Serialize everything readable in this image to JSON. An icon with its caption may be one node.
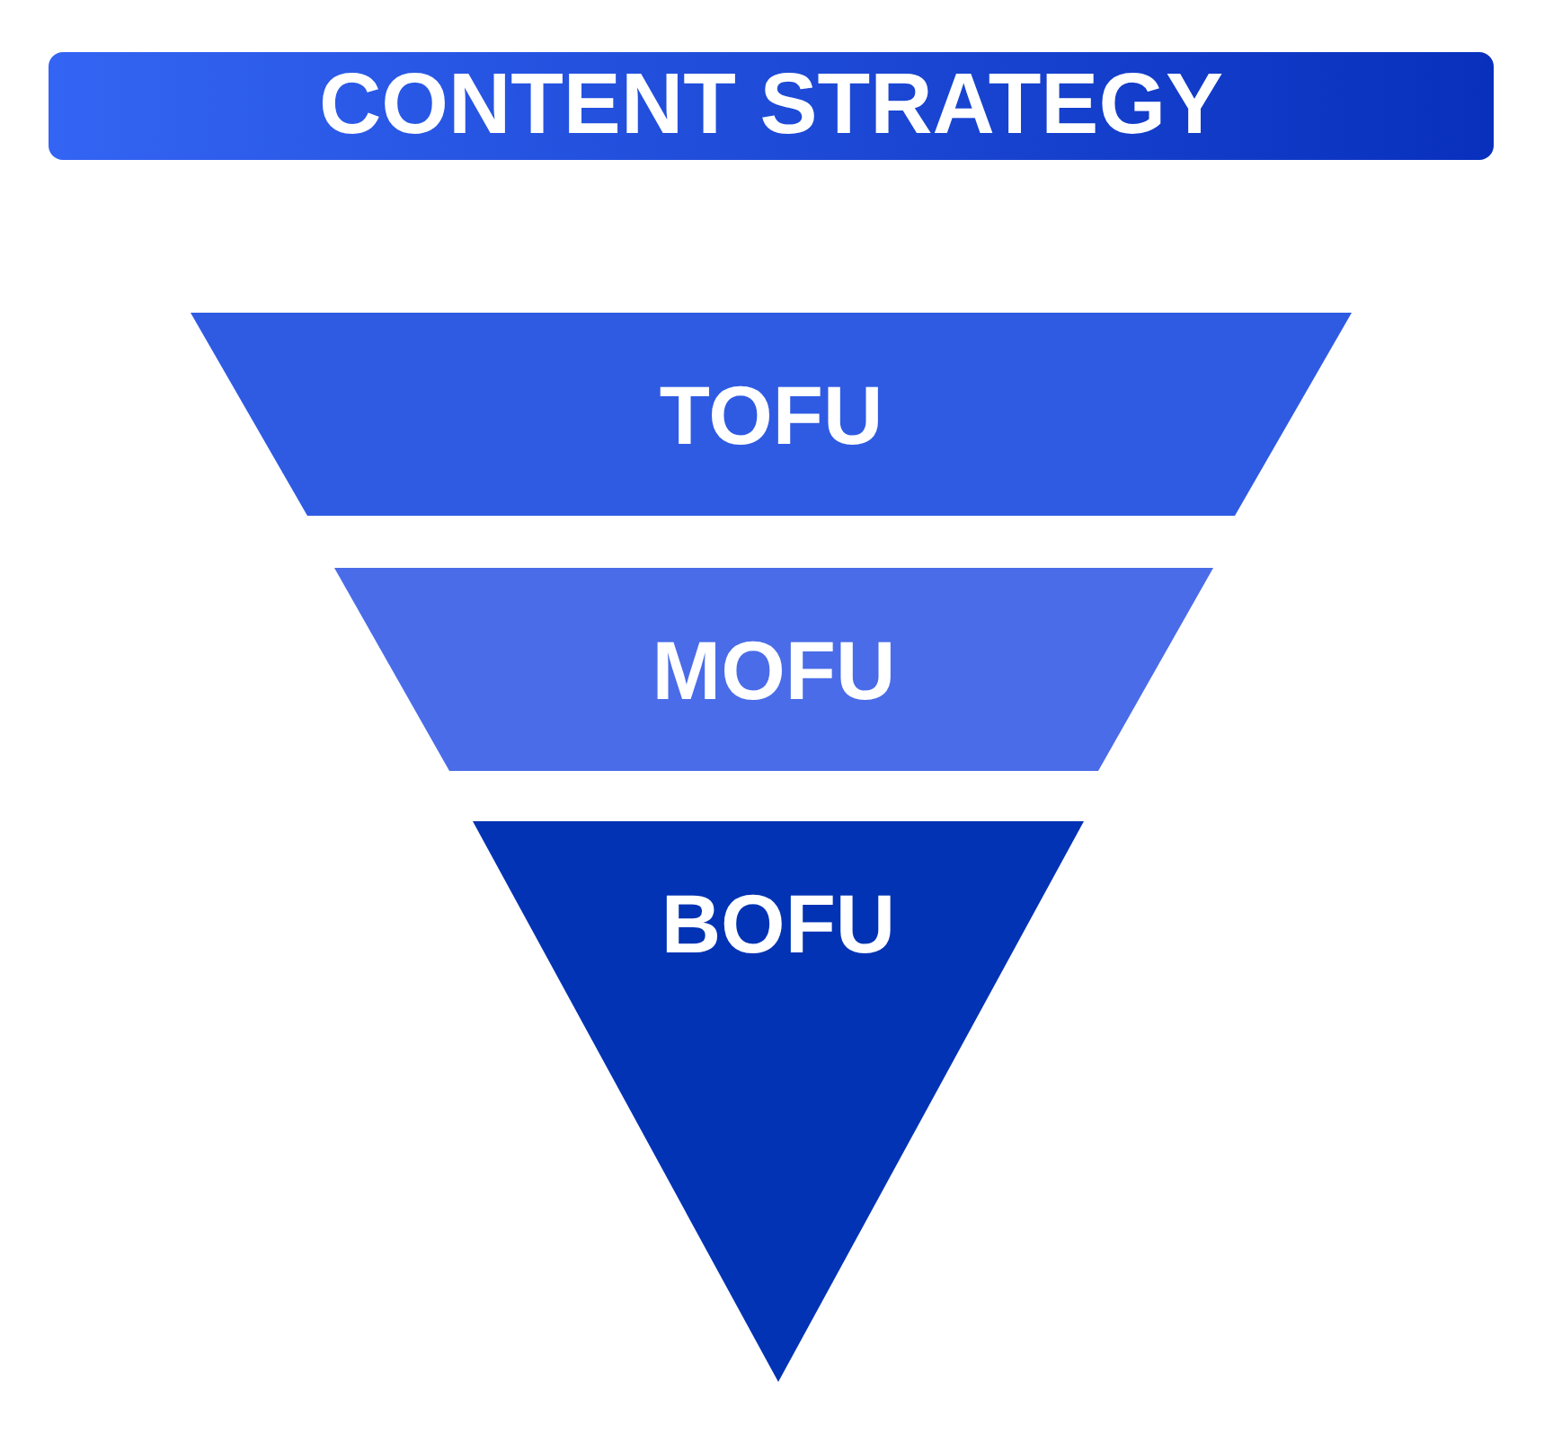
{
  "diagram": {
    "title": "CONTENT STRATEGY",
    "nodes": [
      {
        "text": [
          "TOFU"
        ]
      },
      {
        "text": [
          "MOFU"
        ]
      },
      {
        "text": [
          "BOFU"
        ]
      }
    ]
  }
}
